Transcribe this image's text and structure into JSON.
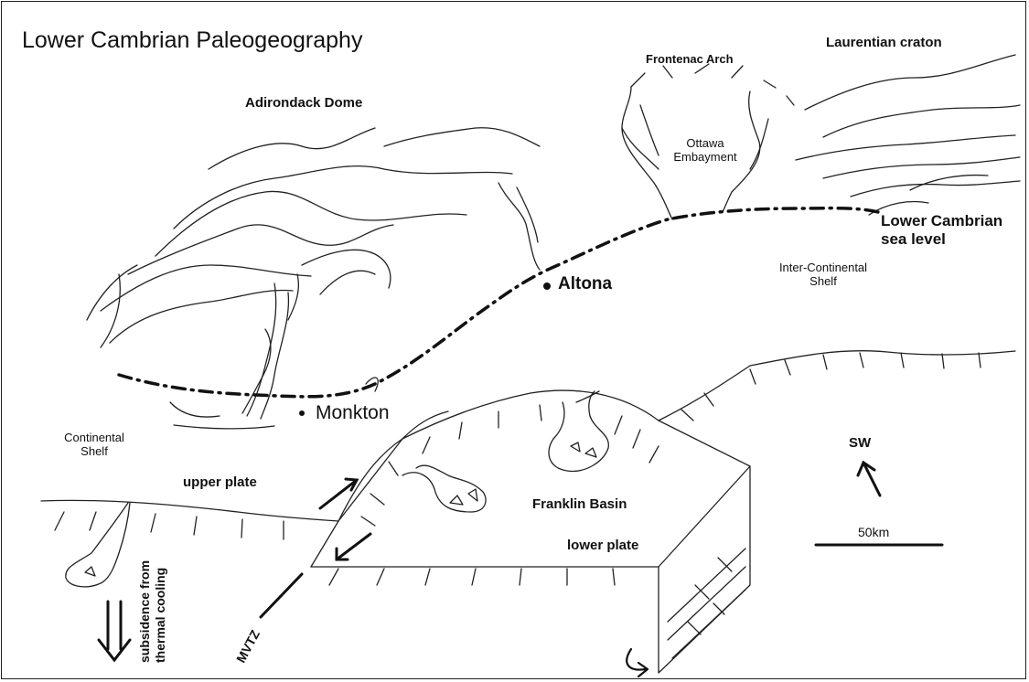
{
  "title": "Lower Cambrian Paleogeography",
  "labels": {
    "adirondack": "Adirondack Dome",
    "frontenac": "Frontenac Arch",
    "laurentian": "Laurentian craton",
    "ottawa_1": "Ottawa",
    "ottawa_2": "Embayment",
    "sea_level_1": "Lower Cambrian",
    "sea_level_2": "sea level",
    "intercontinental_1": "Inter-Continental",
    "intercontinental_2": "Shelf",
    "altona": "Altona",
    "monkton": "Monkton",
    "continental_1": "Continental",
    "continental_2": "Shelf",
    "upper_plate": "upper plate",
    "franklin_basin": "Franklin Basin",
    "lower_plate": "lower plate",
    "north_arrow": "SW",
    "scale": "50km",
    "subsidence_1": "subsidence from",
    "subsidence_2": "thermal cooling",
    "mvtz": "MVTZ"
  }
}
